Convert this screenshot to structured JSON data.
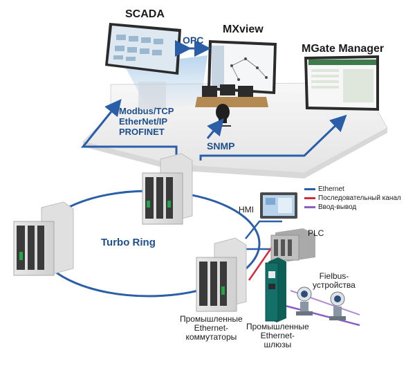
{
  "labels": {
    "scada": "SCADA",
    "opc": "OPC",
    "mxview": "MXview",
    "mgate": "MGate Manager",
    "protocols": [
      "Modbus/TCP",
      "EtherNet/IP",
      "PROFINET"
    ],
    "snmp": "SNMP",
    "turbo_ring": "Turbo Ring",
    "hmi": "HMI",
    "plc": "PLC",
    "fieldbus": [
      "Fielbus-",
      "устройства"
    ],
    "switches": [
      "Промышленные",
      "Ethernet-",
      "коммутаторы"
    ],
    "gateways": [
      "Промышленные",
      "Ethernet-",
      "шлюзы"
    ]
  },
  "legend": [
    {
      "label": "Ethernet",
      "color": "#2a5fa8"
    },
    {
      "label": "Последовательный канал",
      "color": "#d42a3c"
    },
    {
      "label": "Ввод-вывод",
      "color": "#8a5cc4"
    }
  ],
  "colors": {
    "network_blue": "#2a5fa8",
    "serial_red": "#d42a3c",
    "io_purple": "#8a5cc4",
    "platform": "#f2f2f2"
  }
}
